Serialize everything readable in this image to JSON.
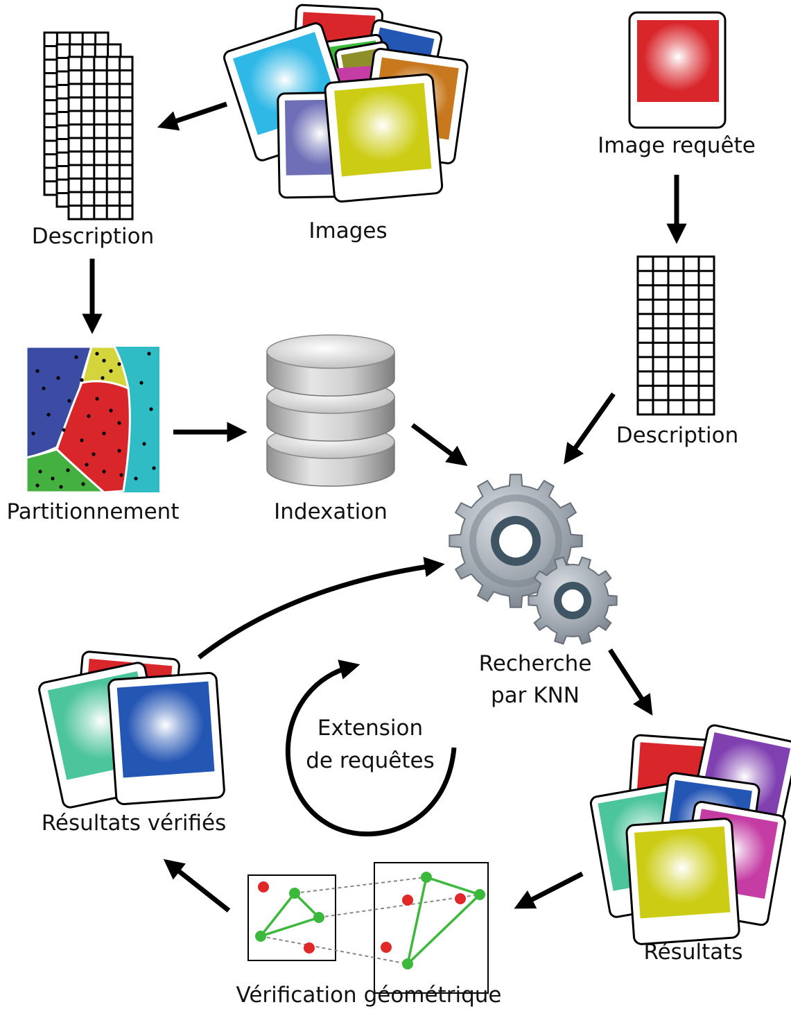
{
  "labels": {
    "images": "Images",
    "description_top": "Description",
    "image_query": "Image requête",
    "description_right": "Description",
    "partitioning": "Partitionnement",
    "indexing": "Indexation",
    "knn_line1": "Recherche",
    "knn_line2": "par KNN",
    "query_ext_line1": "Extension",
    "query_ext_line2": "de requêtes",
    "verified_results": "Résultats vérifiés",
    "results": "Résultats",
    "geometric_verification": "Vérification géométrique"
  },
  "colors": {
    "red": "#d8262b",
    "cyan": "#2fb8e6",
    "green": "#3cba3c",
    "olive": "#8f8f2a",
    "violet": "#7c3c9c",
    "magenta": "#c43ca4",
    "blue": "#2456b4",
    "orange": "#c8781e",
    "periwinkle": "#6f6fb8",
    "yellow": "#cccc14",
    "teal": "#4cc49c",
    "purple": "#8040b0",
    "partition_blue": "#3c4ca4",
    "partition_yellow": "#d4d43c",
    "partition_green": "#44b040",
    "partition_cyan": "#30bcc4",
    "match_green": "#3cb83c",
    "point_red": "#e02828"
  }
}
